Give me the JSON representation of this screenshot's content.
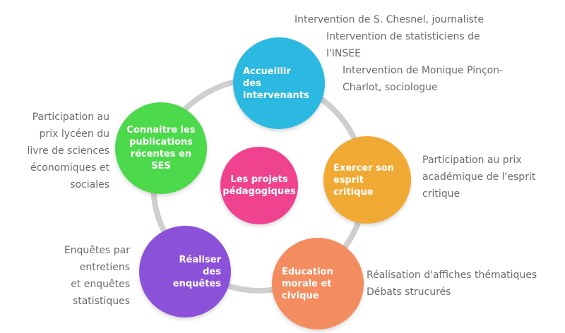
{
  "colors": {
    "ring": "#cfcfcf",
    "center": "#f0438f",
    "accueillir": "#2bb9e1",
    "exercer": "#f0aa33",
    "education": "#f38c5f",
    "realiser": "#8b52d9",
    "connaitre": "#4dd94c"
  },
  "center": {
    "label": "Les projets\npédagogiques"
  },
  "nodes": {
    "accueillir": {
      "label": "Accueillir\ndes\nintervenants",
      "notes": [
        "Intervention de S. Chesnel, journaliste",
        "Intervention de statisticiens de\nl'INSEE",
        "Intervention de Monique Pinçon-\nCharlot, sociologue"
      ]
    },
    "exercer": {
      "label": "Exercer son\nesprit\ncritique",
      "notes": [
        "Participation au prix\nacadémique de l'esprit\ncritique"
      ]
    },
    "education": {
      "label": "Education\nmorale et\ncivique",
      "notes": [
        "Réalisation d'affiches thématiques\nDébats strucurés"
      ]
    },
    "realiser": {
      "label": "Réaliser\ndes\nenquêtes",
      "notes": [
        "Enquêtes par\nentretiens\net enquêtes\nstatistiques"
      ]
    },
    "connaitre": {
      "label": "Connaitre les\npublications\nrécentes en\nSES",
      "notes": [
        "Participation au\nprix lycéen du\nlivre de sciences\néconomiques et\nsociales"
      ]
    }
  }
}
